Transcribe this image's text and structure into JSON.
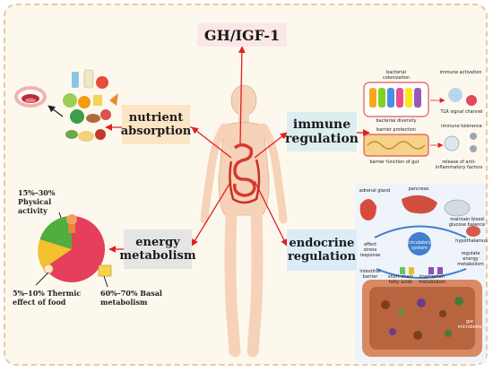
{
  "title": "GH/IGF-1",
  "nodes": {
    "nutrient": "nutrient absorption",
    "immune": "immune regulation",
    "energy": "energy metabolism",
    "endocrine": "endocrine regulation"
  },
  "immune_panel": {
    "bacterial_colonization": "bacterial colonization",
    "immune_activation": "immune activation",
    "bacterial_diversity": "bacterial diversity",
    "tlr_signal": "TLR signal channel",
    "barrier_protection": "barrier protection",
    "immune_tolerance": "immune tolerance",
    "barrier_function": "barrier function of gut",
    "anti_inflammatory": "release of anti-inflammatory factors"
  },
  "endocrine_panel": {
    "adrenal_gland": "adrenal gland",
    "pancreas": "pancreas",
    "maintain_glucose": "maintain blood glucose balance",
    "circulatory_system": "circulatory system",
    "hypothalamus": "hypothalamus",
    "affect_stress": "affect stress response",
    "regulate_energy": "regulate energy metabolism",
    "short_chain": "short-chain fatty acids",
    "tryptophan": "tryptophan metabolism",
    "intestinal_barrier": "intestinal barrier",
    "gut_microbiota": "gut microbiota"
  },
  "energy_labels": {
    "physical": "15%–30% Physical activity",
    "thermic": "5%–10% Thermic effect of food",
    "basal": "60%–70% Basal metabolism"
  },
  "colors": {
    "arrow": "#e02020",
    "pie_red": "#e53f5b",
    "pie_yellow": "#f2c12e",
    "pie_green": "#4fae3e",
    "body": "#f6d3b8"
  }
}
